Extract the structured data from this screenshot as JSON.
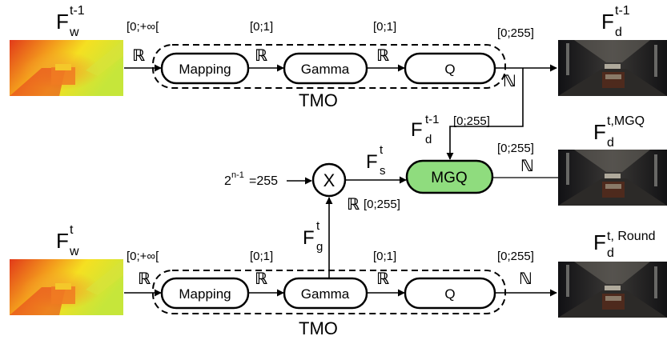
{
  "top": {
    "input": {
      "base": "F",
      "sub": "w",
      "sup": "t-1"
    },
    "output": {
      "base": "F",
      "sub": "d",
      "sup": "t-1"
    },
    "tmo_label": "TMO"
  },
  "bottom": {
    "input": {
      "base": "F",
      "sub": "w",
      "sup": "t"
    },
    "output": {
      "base": "F",
      "sub": "d",
      "sup": "t, Round"
    },
    "tmo_label": "TMO"
  },
  "nodes": {
    "mapping": "Mapping",
    "gamma": "Gamma",
    "q": "Q",
    "mgq": "MGQ",
    "multiply": "X"
  },
  "ranges": {
    "input": "[0;+∞[",
    "unit": "[0;1]",
    "byte": "[0;255]"
  },
  "symbols": {
    "real": "ℝ",
    "natural": "ℕ"
  },
  "middle": {
    "prev_frame": {
      "base": "F",
      "sub": "d",
      "sup": "t-1"
    },
    "prev_range": "[0;255]",
    "scale_label": "2",
    "scale_exp": "n-1",
    "scale_value": "=255",
    "scaled": {
      "base": "F",
      "sub": "s",
      "sup": "t"
    },
    "scaled_range": "[0;255]",
    "gamma_out": {
      "base": "F",
      "sub": "g",
      "sup": "t"
    },
    "output": {
      "base": "F",
      "sub": "d",
      "sup": "t,MGQ"
    },
    "output_range": "[0;255]"
  },
  "colors": {
    "mgq_fill": "#8fdc7e",
    "heatmap_red": "#e8321e",
    "heatmap_yellow": "#f6e61c",
    "heatmap_green": "#b8e436",
    "photo_dark": "#1b1b1d"
  }
}
